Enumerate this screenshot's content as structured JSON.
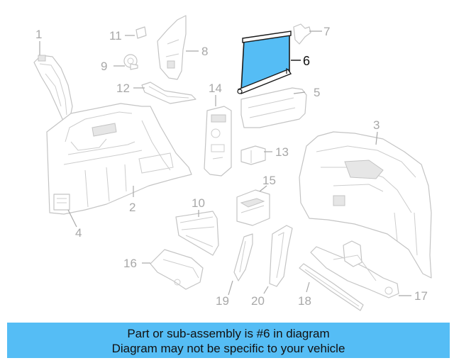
{
  "diagram": {
    "highlight_color": "#55bdf5",
    "highlighted_part": "6",
    "callouts": [
      {
        "id": "c1",
        "text": "1"
      },
      {
        "id": "c2",
        "text": "2"
      },
      {
        "id": "c3",
        "text": "3"
      },
      {
        "id": "c4",
        "text": "4"
      },
      {
        "id": "c5",
        "text": "5"
      },
      {
        "id": "c6",
        "text": "6"
      },
      {
        "id": "c7",
        "text": "7"
      },
      {
        "id": "c8",
        "text": "8"
      },
      {
        "id": "c9",
        "text": "9"
      },
      {
        "id": "c10",
        "text": "10"
      },
      {
        "id": "c11",
        "text": "11"
      },
      {
        "id": "c12",
        "text": "12"
      },
      {
        "id": "c13",
        "text": "13"
      },
      {
        "id": "c14",
        "text": "14"
      },
      {
        "id": "c15",
        "text": "15"
      },
      {
        "id": "c16",
        "text": "16"
      },
      {
        "id": "c17",
        "text": "17"
      },
      {
        "id": "c18",
        "text": "18"
      },
      {
        "id": "c19",
        "text": "19"
      },
      {
        "id": "c20",
        "text": "20"
      }
    ]
  },
  "caption": {
    "line1": "Part or sub-assembly is #6 in diagram",
    "line2": "Diagram may not be specific to your vehicle"
  }
}
